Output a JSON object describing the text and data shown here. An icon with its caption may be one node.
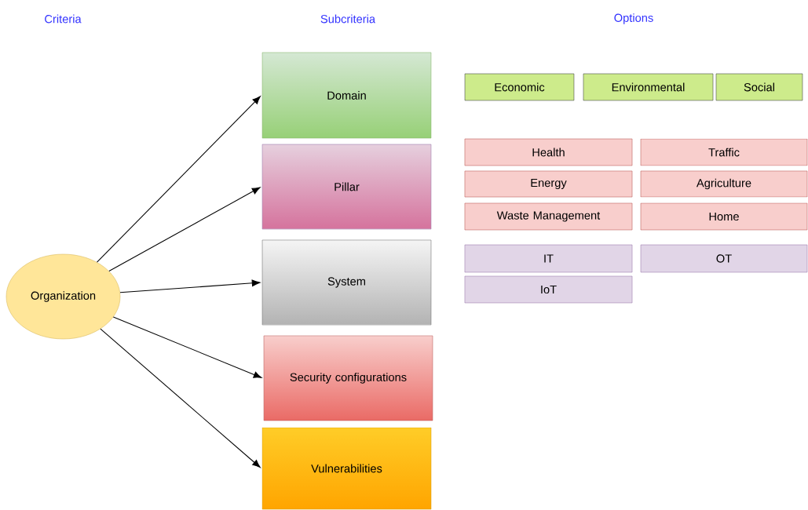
{
  "diagram": {
    "nodes": [
      {
        "text": [
          "Organization"
        ]
      },
      {
        "text": [
          "Domain"
        ]
      },
      {
        "text": [
          "Pillar"
        ]
      },
      {
        "text": [
          "System"
        ]
      },
      {
        "text": [
          "Security configurations"
        ]
      },
      {
        "text": [
          "Vulnerabilities"
        ]
      },
      {
        "text": [
          "Economic"
        ]
      },
      {
        "text": [
          "Environmental"
        ]
      },
      {
        "text": [
          "Social"
        ]
      },
      {
        "text": [
          "Health"
        ]
      },
      {
        "text": [
          "Traffic"
        ]
      },
      {
        "text": [
          "Energy"
        ]
      },
      {
        "text": [
          "Agriculture"
        ]
      },
      {
        "text": [
          "Waste Management"
        ]
      },
      {
        "text": [
          "Home"
        ]
      },
      {
        "text": [
          "IT"
        ]
      },
      {
        "text": [
          "OT"
        ]
      },
      {
        "text": [
          "IoT"
        ]
      }
    ],
    "edges": [
      {
        "from": 0,
        "to": 1,
        "arrow": "to"
      },
      {
        "from": 0,
        "to": 2,
        "arrow": "to"
      },
      {
        "from": 0,
        "to": 3,
        "arrow": "to"
      },
      {
        "from": 0,
        "to": 4,
        "arrow": "to"
      },
      {
        "from": 0,
        "to": 5,
        "arrow": "to"
      }
    ],
    "labels": [
      "Criteria",
      "Subcriteria",
      "Options"
    ]
  }
}
